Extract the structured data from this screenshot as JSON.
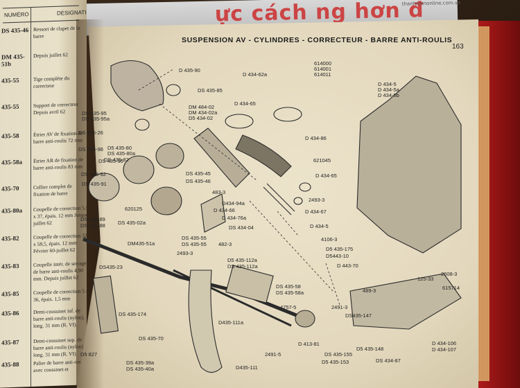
{
  "page": {
    "title": "SUSPENSION AV - CYLINDRES - CORRECTEUR - BARRE ANTI-ROULIS",
    "page_number": "163"
  },
  "newspaper": {
    "headline": "ực cách  ng hơn đ",
    "url": "thanhnienonline.com.vn"
  },
  "left_page": {
    "header_num": "NUMÉRO",
    "header_desc": "DÉSIGNATION",
    "rows": [
      {
        "num": "DS 435-46",
        "desc": "Ressort de clapet de la barre"
      },
      {
        "num": "DM 435-51b",
        "desc": "Depuis juillet 62"
      },
      {
        "num": "435-55",
        "desc": "Tige complète du correcteur"
      },
      {
        "num": "435-55",
        "desc": "Support de correcteur Depuis avril 62"
      },
      {
        "num": "435-58",
        "desc": "Étrier AV de fixation de barre anti-roulis 72 mm"
      },
      {
        "num": "435-58a",
        "desc": "Étrier AR de fixation de barre anti-roulis 83 mm"
      },
      {
        "num": "435-70",
        "desc": "Collier complet de fixation de barre"
      },
      {
        "num": "435-80a",
        "desc": "Coupelle de correction 5,5 x 37, épais. 12 mm Jusque juillet 62"
      },
      {
        "num": "435-82",
        "desc": "Coupelle de correction 32 x 58,5, épais. 12 mm Février 60-juillet 62"
      },
      {
        "num": "435-83",
        "desc": "Coupelle intér. de serrage de barre anti-roulis 4,90 mm. Depuis juillet 62"
      },
      {
        "num": "435-85",
        "desc": "Coupelle de correction 5 x 36, épais. 1,5 mm"
      },
      {
        "num": "435-86",
        "desc": "Demi-coussinet inf. de barre anti-roulis (nylon), long. 31 mm (R. VI)."
      },
      {
        "num": "435-87",
        "desc": "Demi-coussinet sup. de barre anti-roulis (nylon), long. 31 mm (R. VI)."
      },
      {
        "num": "435-88",
        "desc": "Palier de barre anti-roulis avec coussinet et"
      }
    ]
  },
  "labels": [
    "D 435-90",
    "DS 435-85",
    "D 434-62a",
    "D 434-65",
    "614000",
    "614001",
    "614011",
    "D 434-5",
    "D 434-5a",
    "D 434-5b",
    "DM 484-02",
    "DM 434-02a",
    "D5 434-02",
    "DS 435-95",
    "DS 435-95a",
    "DS 435-26",
    "DS 435-98",
    "D5 435-80",
    "DS 435-80a",
    "DS 435-82",
    "D 434-86",
    "DS 435-96",
    "DS 435-45",
    "DS 435-46",
    "DS 435-92",
    "DS 435-91",
    "621045",
    "D 434-65",
    "D 434-67",
    "483-3",
    "2493-3",
    "620125",
    "D434-94a",
    "D 434-66",
    "DS 435-89",
    "DS 435-88",
    "D 434-76a",
    "DS 435-02a",
    "DS 434-04",
    "D 434-5",
    "DS 435-55",
    "DS 435-55",
    "482-3",
    "4106-3",
    "DM435-51a",
    "D5 435-175",
    "D5443-10",
    "2493-3",
    "D 443-70",
    "DS435-23",
    "D5 435-112a",
    "DS 435-112a",
    "2608-3",
    "125-33",
    "615714",
    "DS 435-58",
    "DS 435-58a",
    "489-3",
    "DS 435-174",
    "4757-5",
    "2491-3",
    "DS435-147",
    "D435-111a",
    "DS 435-70",
    "D 413-81",
    "D5 435-148",
    "D 434-106",
    "D 434-107",
    "2491-5",
    "DS 435-155",
    "D5 435-153",
    "DS 434-87",
    "DS 435-39a",
    "DS 435-40a",
    "D5 827",
    "D435-111"
  ]
}
